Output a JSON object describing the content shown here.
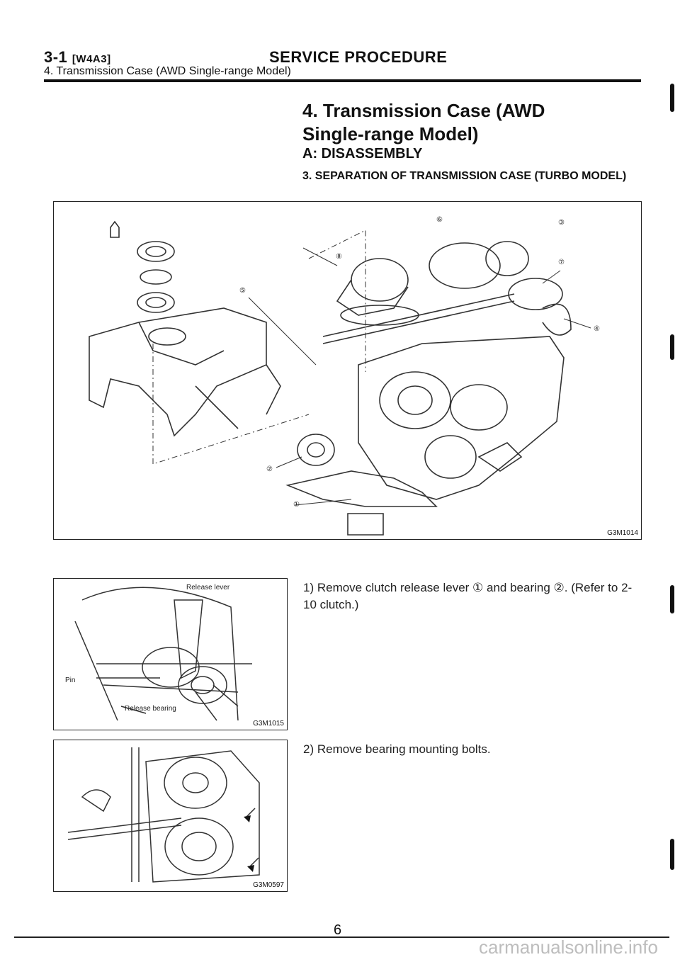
{
  "header": {
    "section_code": "3-1",
    "section_ref": "[W4A3]",
    "title": "SERVICE PROCEDURE",
    "subtitle": "4. Transmission Case (AWD Single-range Model)"
  },
  "section": {
    "title": "4. Transmission Case (AWD Single-range Model)",
    "subsection": "A: DISASSEMBLY",
    "subsubsection": "3. SEPARATION OF TRANSMISSION CASE (TURBO MODEL)"
  },
  "figures": {
    "main": {
      "id": "G3M1014",
      "callouts": [
        "①",
        "②",
        "③",
        "④",
        "⑤",
        "⑥",
        "⑦",
        "⑧"
      ]
    },
    "fig1": {
      "id": "G3M1015",
      "labels": {
        "release_lever": "Release lever",
        "pin": "Pin",
        "release_bearing": "Release bearing"
      }
    },
    "fig2": {
      "id": "G3M0597"
    }
  },
  "steps": {
    "step1": "1) Remove clutch release lever ① and bearing ②. (Refer to 2-10 clutch.)",
    "step2": "2) Remove bearing mounting bolts."
  },
  "footer": {
    "page_number": "6",
    "watermark": "carmanualsonline.info"
  }
}
